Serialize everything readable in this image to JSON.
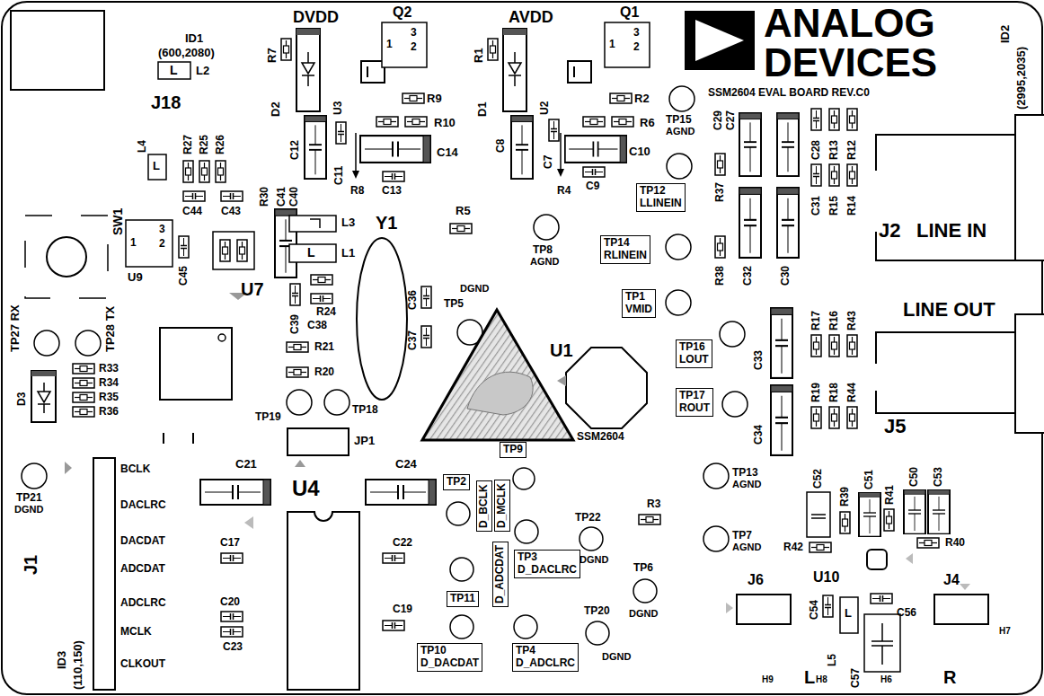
{
  "diagram": {
    "nodes": [
      {
        "text": [
          "TP12",
          "LLINEIN"
        ]
      },
      {
        "text": [
          "TP14",
          "RLINEIN"
        ]
      },
      {
        "text": [
          "TP1",
          "VMID"
        ]
      },
      {
        "text": [
          "TP16",
          "LOUT"
        ]
      },
      {
        "text": [
          "TP17",
          "ROUT"
        ]
      },
      {
        "text": [
          "TP9"
        ]
      },
      {
        "text": [
          "D_MCLK"
        ]
      },
      {
        "text": [
          "TP2"
        ]
      },
      {
        "text": [
          "D_BCLK"
        ]
      },
      {
        "text": [
          "D_ADCDAT"
        ]
      },
      {
        "text": [
          "TP11"
        ]
      },
      {
        "text": [
          "TP3",
          "D_DACLRC"
        ]
      },
      {
        "text": [
          "TP10",
          "D_DACDAT"
        ]
      },
      {
        "text": [
          "TP4",
          "D_ADCLRC"
        ]
      }
    ],
    "labels": [
      "ANALOG",
      "DEVICES",
      "SSM2604 EVAL BOARD REV.C0",
      "ID2",
      "(2995,2035)",
      "DVDD",
      "Q2",
      "AVDD",
      "Q1",
      "ID1",
      "(600,2080)",
      "L",
      "L2",
      "R7",
      "D2",
      "U3",
      "R9",
      "R1",
      "D1",
      "U2",
      "R2",
      "J18",
      "R27",
      "R25",
      "R26",
      "C12",
      "R10",
      "C14",
      "C11",
      "R8",
      "C13",
      "C8",
      "R6",
      "C7",
      "C10",
      "R4",
      "C9",
      "SW1",
      "R30",
      "C41",
      "C40",
      "C44",
      "C43",
      "L3",
      "L1",
      "L",
      "Y1",
      "R5",
      "TP8",
      "AGND",
      "1",
      "3",
      "2",
      "U9",
      "C45",
      "U7",
      "C39",
      "R24",
      "C38",
      "C36",
      "C37",
      "DGND",
      "TP5",
      "U1",
      "SSM2604",
      "R21",
      "R20",
      "TP19",
      "TP18",
      "JP1",
      "TP27 RX",
      "TP28 TX",
      "R33",
      "R34",
      "R35",
      "R36",
      "D3",
      "TP21",
      "DGND",
      "J1",
      "ID3",
      "(110,150)",
      "BCLK",
      "DACLRC",
      "DACDAT",
      "ADCDAT",
      "ADCLRC",
      "MCLK",
      "CLKOUT",
      "C21",
      "U4",
      "C17",
      "C20",
      "C23",
      "C24",
      "C22",
      "C19",
      "TP22",
      "DGND",
      "TP6",
      "DGND",
      "TP20",
      "DGND",
      "R3",
      "TP13",
      "AGND",
      "TP7",
      "AGND",
      "TP15",
      "AGND",
      "C29",
      "C27",
      "C28",
      "R13",
      "R12",
      "R37",
      "C31",
      "R15",
      "R14",
      "C32",
      "C30",
      "R38",
      "J2",
      "LINE IN",
      "LINE OUT",
      "R17",
      "R16",
      "R43",
      "C33",
      "R19",
      "R18",
      "R44",
      "C34",
      "J5",
      "C52",
      "R39",
      "C51",
      "R41",
      "C50",
      "C53",
      "R42",
      "R40",
      "J6",
      "U10",
      "J4",
      "C54",
      "L5",
      "L",
      "C56",
      "C57",
      "H9",
      "L",
      "H8",
      "H6",
      "R",
      "H7",
      "1",
      "3",
      "2",
      "1",
      "3",
      "2",
      "L",
      "L4"
    ]
  }
}
